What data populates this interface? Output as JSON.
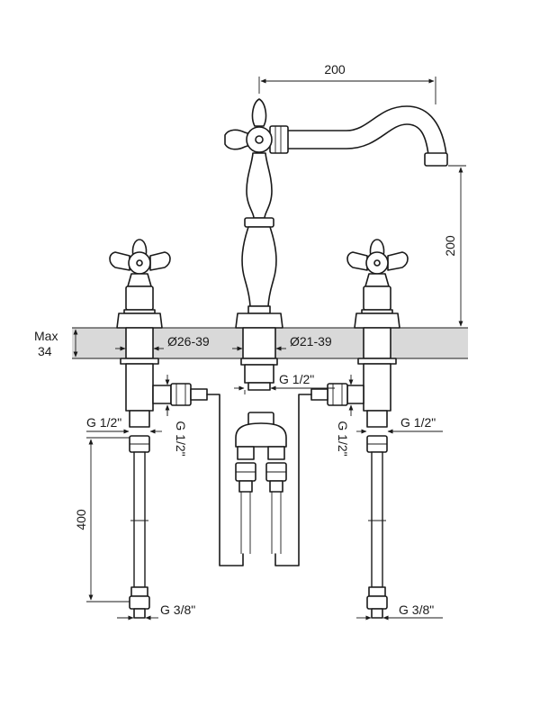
{
  "colors": {
    "line": "#1a1a1a",
    "countertop": "#d9d9d9",
    "background": "#ffffff"
  },
  "dimensions": {
    "spout_reach": "200",
    "spout_height": "200",
    "deck_thickness_line1": "Max",
    "deck_thickness_line2": "34",
    "side_hole_diameter": "Ø26-39",
    "center_hole_diameter": "Ø21-39",
    "center_thread": "G 1/2\"",
    "left_outlet_thread": "G 1/2\"",
    "left_valve_thread": "G 1/2\"",
    "right_valve_thread": "G 1/2\"",
    "right_outlet_thread": "G 1/2\"",
    "hose_length": "400",
    "left_hose_end_thread": "G 3/8\"",
    "right_hose_end_thread": "G 3/8\""
  }
}
